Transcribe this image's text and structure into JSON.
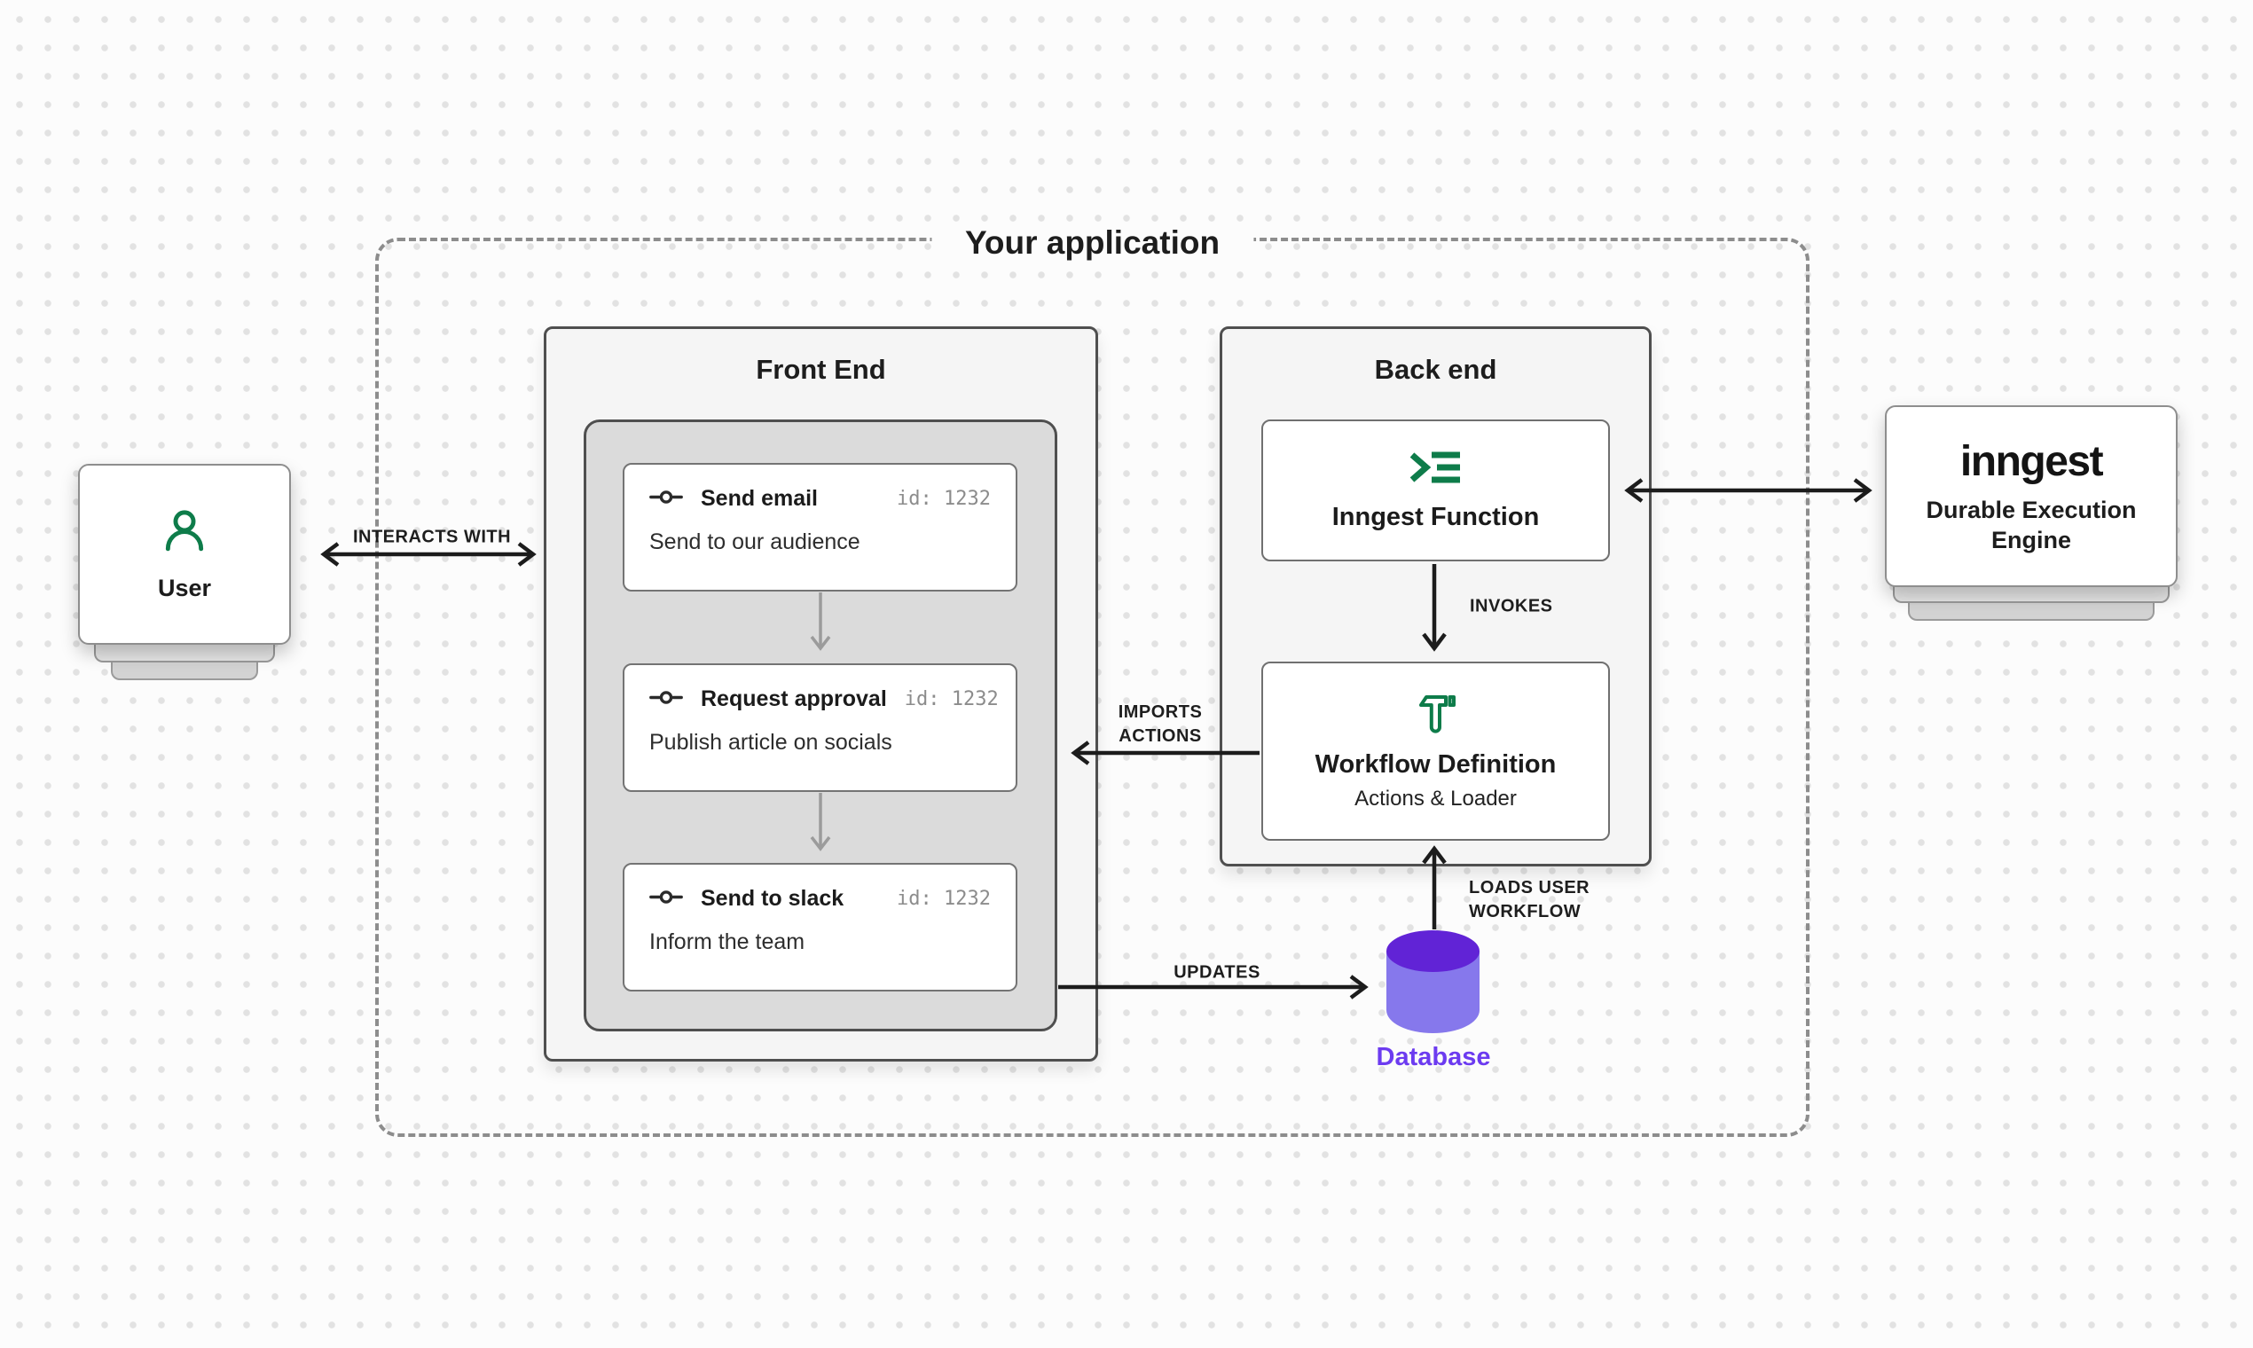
{
  "app_container": {
    "title": "Your application"
  },
  "user_node": {
    "label": "User",
    "icon": "user-icon"
  },
  "frontend": {
    "title": "Front End",
    "workflow_cards": [
      {
        "icon": "commit-icon",
        "title": "Send email",
        "id_label": "id: 1232",
        "description": "Send to our audience"
      },
      {
        "icon": "commit-icon",
        "title": "Request approval",
        "id_label": "id: 1232",
        "description": "Publish article on socials"
      },
      {
        "icon": "commit-icon",
        "title": "Send to slack",
        "id_label": "id: 1232",
        "description": "Inform the team"
      }
    ]
  },
  "backend": {
    "title": "Back end",
    "inngest_function": {
      "icon": "prompt-icon",
      "label": "Inngest Function"
    },
    "workflow_definition": {
      "icon": "hammer-icon",
      "title": "Workflow Definition",
      "subtitle": "Actions & Loader"
    }
  },
  "database": {
    "icon": "database-icon",
    "label": "Database"
  },
  "inngest_node": {
    "logo": "inngest",
    "tagline": "Durable Execution Engine"
  },
  "edges": {
    "interacts": "INTERACTS WITH",
    "invokes": "INVOKES",
    "imports": "IMPORTS\nACTIONS",
    "updates": "UPDATES",
    "loads": "LOADS USER\nWORKFLOW"
  },
  "colors": {
    "green": "#0e7c4a",
    "purple_top": "#6123d6",
    "purple_body": "#8678ec",
    "purple_text": "#6c3bf0",
    "arrow_black": "#1c1c1c",
    "arrow_gray": "#9b9b9b"
  }
}
